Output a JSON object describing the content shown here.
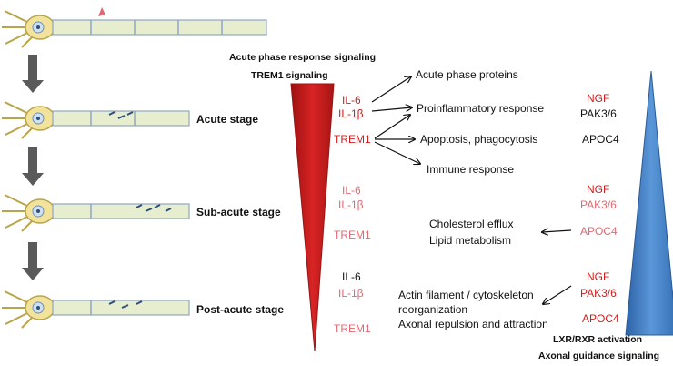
{
  "stages": {
    "acute": "Acute stage",
    "subacute": "Sub-acute stage",
    "postacute": "Post-acute stage"
  },
  "left_pathways": {
    "line1": "Acute phase response signaling",
    "line2": "TREM1 signaling"
  },
  "right_pathways": {
    "line1": "LXR/RXR activation",
    "line2": "Axonal guidance signaling"
  },
  "acute_genes_left": {
    "il6": "IL-6",
    "il1b": "IL-1β",
    "trem1": "TREM1"
  },
  "acute_processes": {
    "p1": "Acute phase proteins",
    "p2": "Proinflammatory response",
    "p3": "Apoptosis, phagocytosis",
    "p4": "Immune response"
  },
  "acute_genes_right": {
    "ngf": "NGF",
    "pak": "PAK3/6",
    "apoc4": "APOC4"
  },
  "subacute_genes_left": {
    "il6": "IL-6",
    "il1b": "IL-1β",
    "trem1": "TREM1"
  },
  "subacute_processes": {
    "p1": "Cholesterol efflux",
    "p2": "Lipid metabolism"
  },
  "subacute_genes_right": {
    "ngf": "NGF",
    "pak": "PAK3/6",
    "apoc4": "APOC4"
  },
  "postacute_genes_left": {
    "il6": "IL-6",
    "il1b": "IL-1β",
    "trem1": "TREM1"
  },
  "postacute_processes": {
    "p1": "Actin filament / cytoskeleton",
    "p2": "reorganization",
    "p3": "Axonal repulsion and attraction"
  },
  "postacute_genes_right": {
    "ngf": "NGF",
    "pak": "PAK3/6",
    "apoc4": "APOC4"
  },
  "colors": {
    "red_strong": "#cc1f1f",
    "red_faded": "#e06a72",
    "black": "#111111",
    "left_triangle": "#d21c1c",
    "right_triangle": "#3f7fc4",
    "stage_arrow": "#5a5a5a",
    "axon_fill": "#e7eed0",
    "axon_stroke": "#8fa6c4",
    "soma_fill": "#f1e39c"
  }
}
